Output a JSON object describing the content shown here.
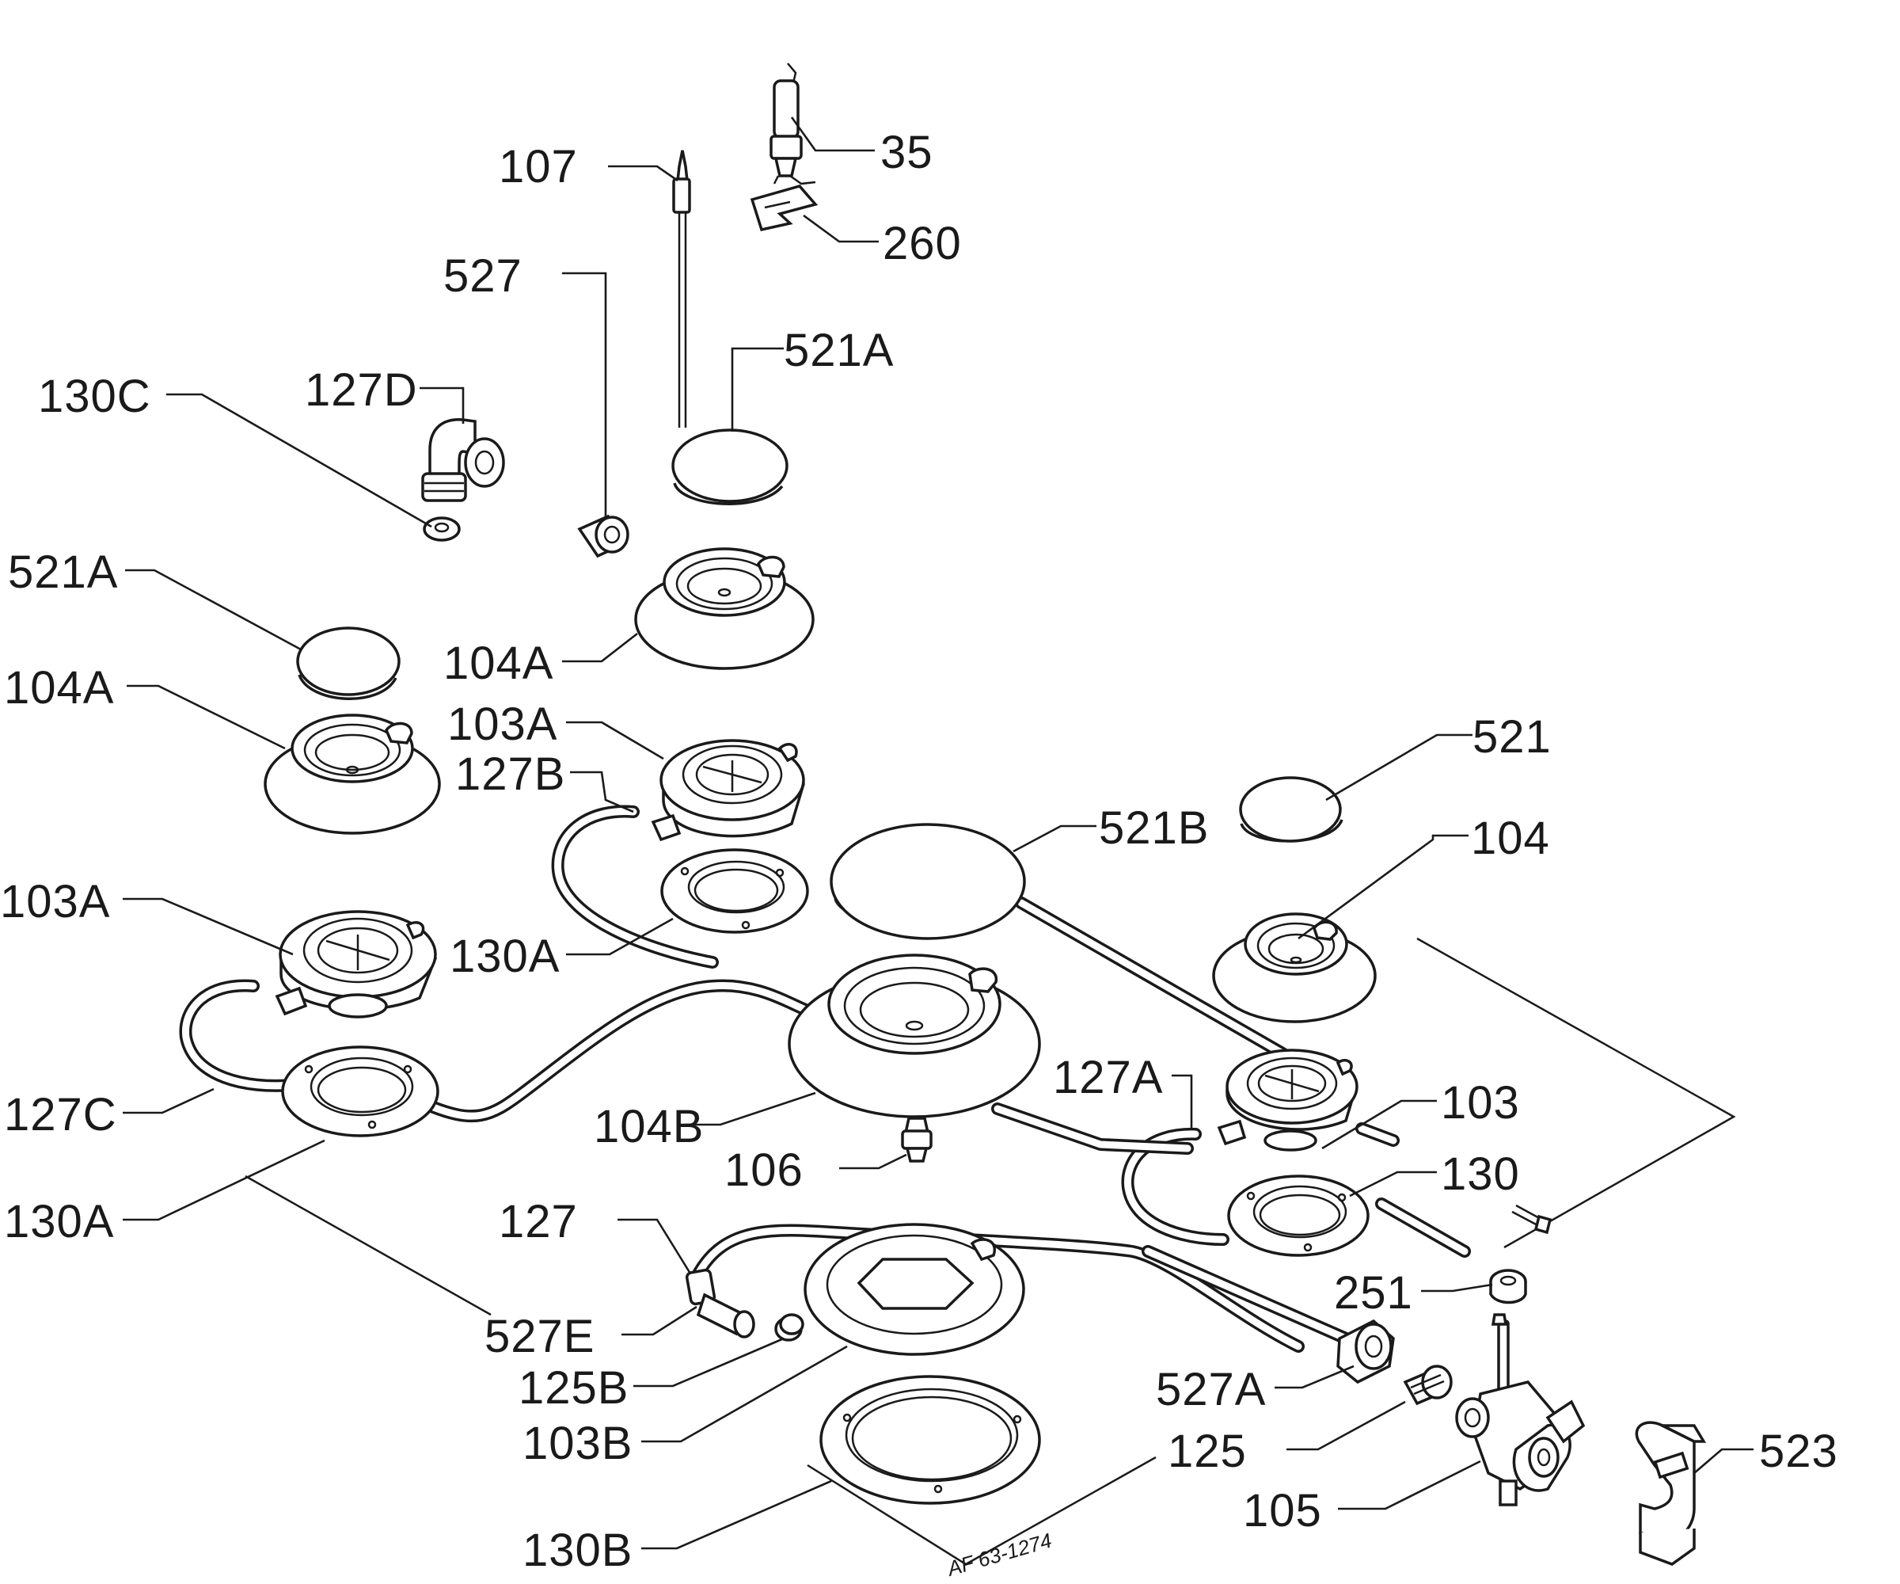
{
  "labels": {
    "l35": "35",
    "l107": "107",
    "l260": "260",
    "l527": "527",
    "l521A_top": "521A",
    "l130C": "130C",
    "l127D": "127D",
    "l521A_left": "521A",
    "l104A_mid": "104A",
    "l104A_left": "104A",
    "l103A_mid": "103A",
    "l127B": "127B",
    "l521": "521",
    "l521B": "521B",
    "l104": "104",
    "l103A_left": "103A",
    "l130A_mid": "130A",
    "l127A": "127A",
    "l103": "103",
    "l127C": "127C",
    "l104B": "104B",
    "l106": "106",
    "l130": "130",
    "l130A_left": "130A",
    "l127": "127",
    "l251": "251",
    "l527E": "527E",
    "l125B": "125B",
    "l527A": "527A",
    "l103B": "103B",
    "l125": "125",
    "l523": "523",
    "l105": "105",
    "l130B": "130B"
  },
  "drawing_code": "AF 63-1274"
}
